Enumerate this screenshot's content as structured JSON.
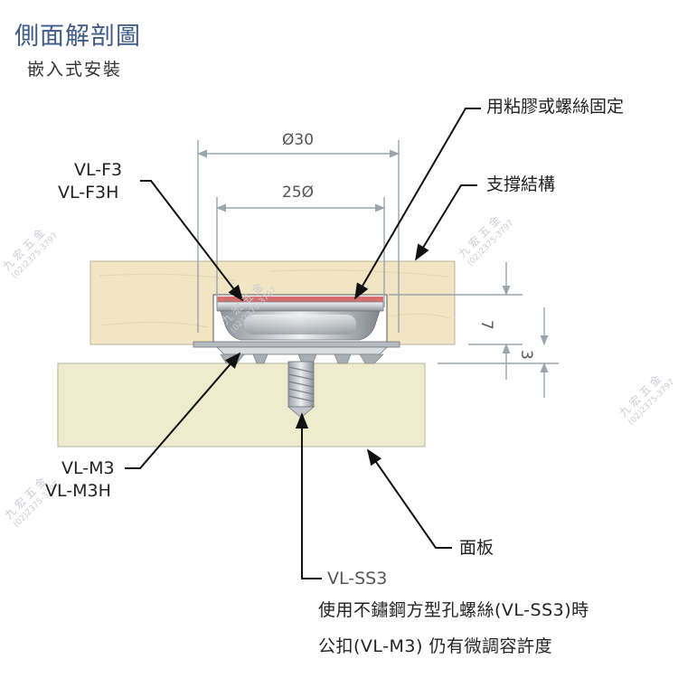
{
  "title": "側面解剖圖",
  "subtitle": "嵌入式安裝",
  "callouts": {
    "glue": "用粘膠或螺絲固定",
    "support": "支撐結構",
    "vlf3": "VL-F3",
    "vlf3h": "VL-F3H",
    "vlm3": "VL-M3",
    "vlm3h": "VL-M3H",
    "panel": "面板",
    "vlss3": "VL-SS3"
  },
  "dimensions": {
    "outer": "Ø30",
    "inner": "25Ø",
    "depth": "7",
    "gap": "3"
  },
  "note": {
    "line1": "使用不鏽鋼方型孔螺絲(VL-SS3)時",
    "line2": "公扣(VL-M3) 仍有微調容許度"
  },
  "watermark": {
    "name": "九 宏 五 金",
    "phone": "(02)2375-3797"
  },
  "colors": {
    "title": "#3e5a86",
    "wood": "#f2e5c4",
    "panel": "#eeeccd",
    "dimension": "#9aa4ad"
  }
}
